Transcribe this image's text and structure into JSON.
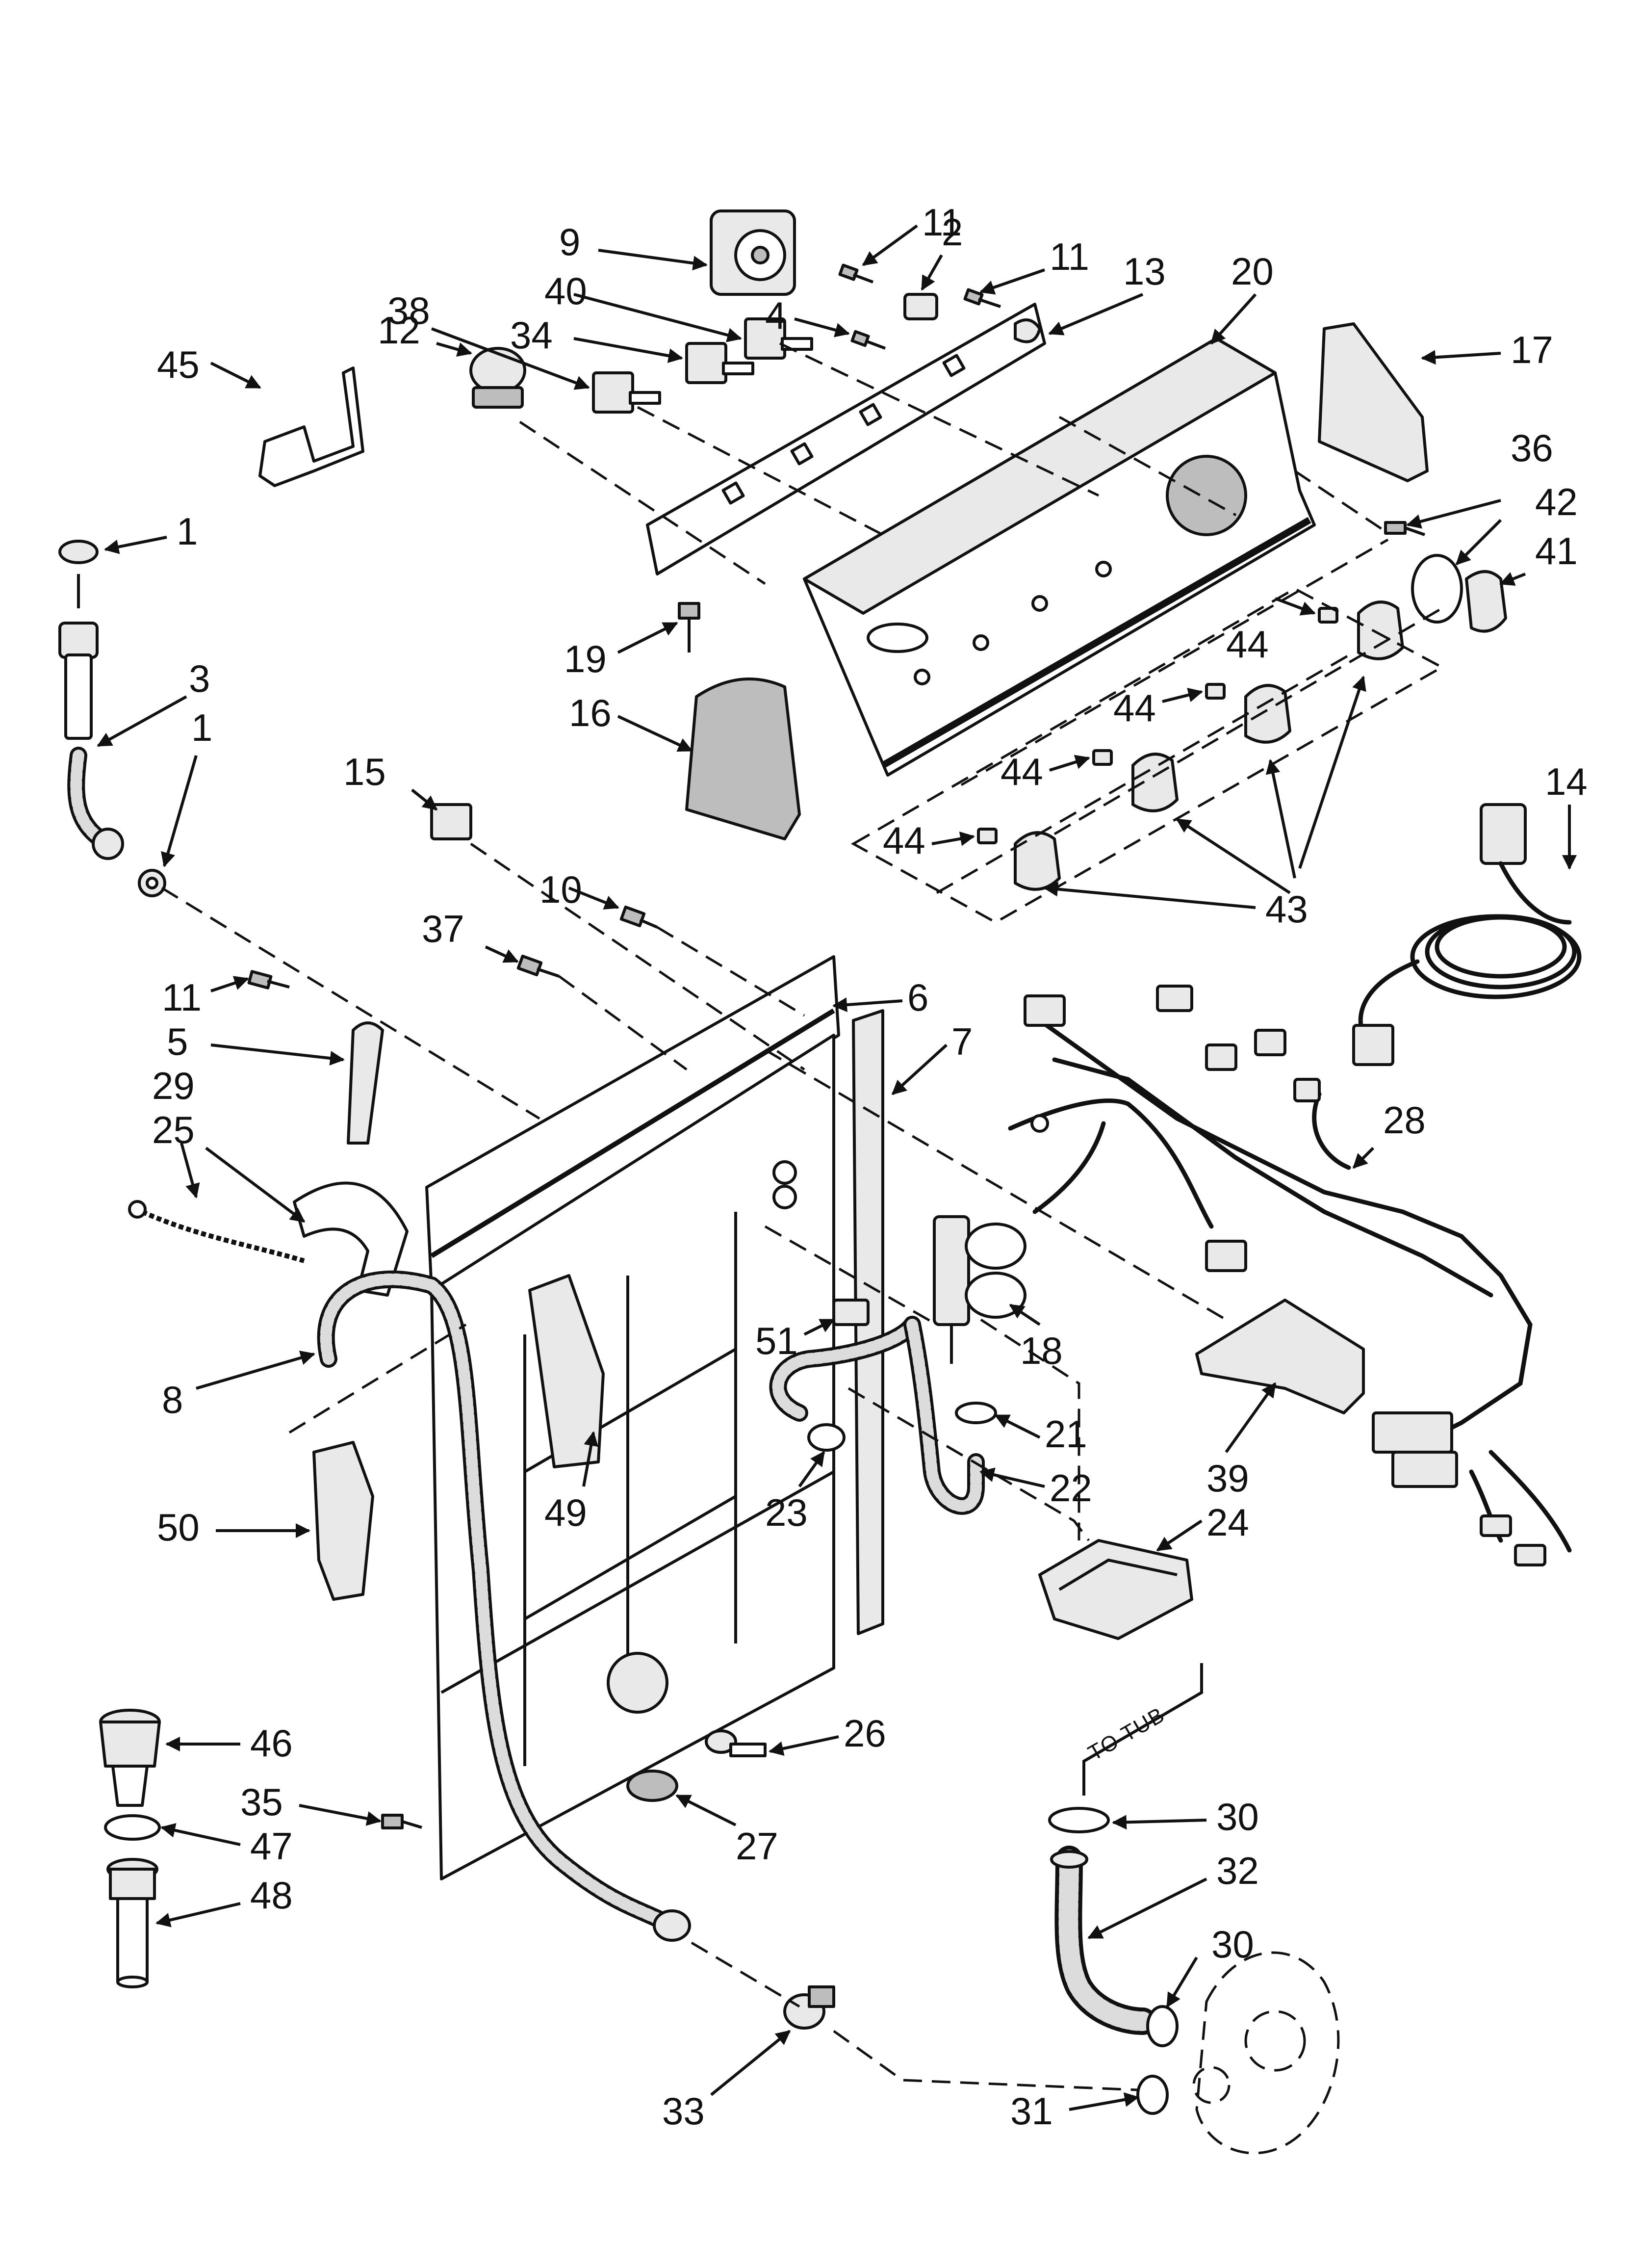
{
  "diagram": {
    "to_tub_label": "TO TUB",
    "labels": [
      {
        "id": "label-1-top",
        "text": "1"
      },
      {
        "id": "label-1-bottom",
        "text": "1"
      },
      {
        "id": "label-2",
        "text": "2"
      },
      {
        "id": "label-3",
        "text": "3"
      },
      {
        "id": "label-4",
        "text": "4"
      },
      {
        "id": "label-5",
        "text": "5"
      },
      {
        "id": "label-6",
        "text": "6"
      },
      {
        "id": "label-7",
        "text": "7"
      },
      {
        "id": "label-8",
        "text": "8"
      },
      {
        "id": "label-9",
        "text": "9"
      },
      {
        "id": "label-10",
        "text": "10"
      },
      {
        "id": "label-11-a",
        "text": "11"
      },
      {
        "id": "label-11-b",
        "text": "11"
      },
      {
        "id": "label-11-c",
        "text": "11"
      },
      {
        "id": "label-12",
        "text": "12"
      },
      {
        "id": "label-13",
        "text": "13"
      },
      {
        "id": "label-14",
        "text": "14"
      },
      {
        "id": "label-15",
        "text": "15"
      },
      {
        "id": "label-16",
        "text": "16"
      },
      {
        "id": "label-17",
        "text": "17"
      },
      {
        "id": "label-18",
        "text": "18"
      },
      {
        "id": "label-19",
        "text": "19"
      },
      {
        "id": "label-20",
        "text": "20"
      },
      {
        "id": "label-21",
        "text": "21"
      },
      {
        "id": "label-22",
        "text": "22"
      },
      {
        "id": "label-23",
        "text": "23"
      },
      {
        "id": "label-24",
        "text": "24"
      },
      {
        "id": "label-25",
        "text": "25"
      },
      {
        "id": "label-26",
        "text": "26"
      },
      {
        "id": "label-27",
        "text": "27"
      },
      {
        "id": "label-28",
        "text": "28"
      },
      {
        "id": "label-29",
        "text": "29"
      },
      {
        "id": "label-30-a",
        "text": "30"
      },
      {
        "id": "label-30-b",
        "text": "30"
      },
      {
        "id": "label-31",
        "text": "31"
      },
      {
        "id": "label-32",
        "text": "32"
      },
      {
        "id": "label-33",
        "text": "33"
      },
      {
        "id": "label-34",
        "text": "34"
      },
      {
        "id": "label-35",
        "text": "35"
      },
      {
        "id": "label-36",
        "text": "36"
      },
      {
        "id": "label-37",
        "text": "37"
      },
      {
        "id": "label-38",
        "text": "38"
      },
      {
        "id": "label-39",
        "text": "39"
      },
      {
        "id": "label-40",
        "text": "40"
      },
      {
        "id": "label-41",
        "text": "41"
      },
      {
        "id": "label-42",
        "text": "42"
      },
      {
        "id": "label-43",
        "text": "43"
      },
      {
        "id": "label-44-a",
        "text": "44"
      },
      {
        "id": "label-44-b",
        "text": "44"
      },
      {
        "id": "label-44-c",
        "text": "44"
      },
      {
        "id": "label-44-d",
        "text": "44"
      },
      {
        "id": "label-45",
        "text": "45"
      },
      {
        "id": "label-46",
        "text": "46"
      },
      {
        "id": "label-47",
        "text": "47"
      },
      {
        "id": "label-48",
        "text": "48"
      },
      {
        "id": "label-49",
        "text": "49"
      },
      {
        "id": "label-50",
        "text": "50"
      },
      {
        "id": "label-51",
        "text": "51"
      }
    ]
  }
}
